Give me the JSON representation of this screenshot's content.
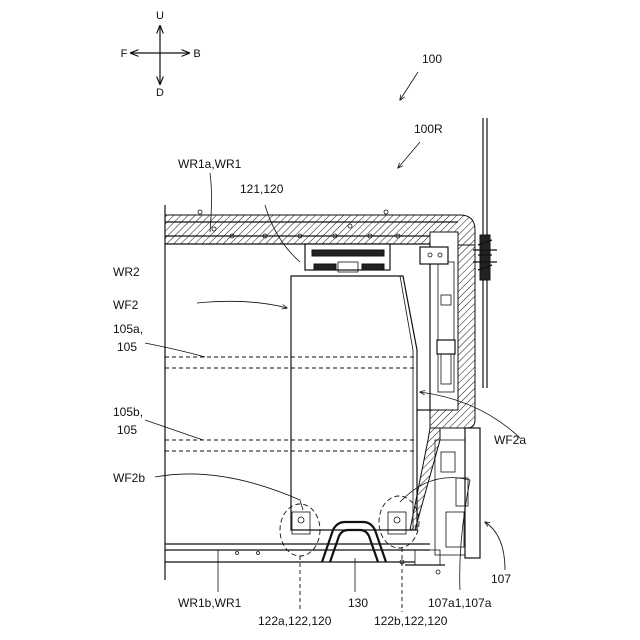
{
  "directions": {
    "up": "U",
    "down": "D",
    "front": "F",
    "back": "B"
  },
  "labels": {
    "l100": "100",
    "l100R": "100R",
    "lWR1a": "WR1a,WR1",
    "l121": "121,120",
    "lWR2": "WR2",
    "lWF2": "WF2",
    "l105a_1": "105a,",
    "l105a_2": "105",
    "l105b_1": "105b,",
    "l105b_2": "105",
    "lWF2a": "WF2a",
    "lWF2b": "WF2b",
    "l107": "107",
    "lWR1b": "WR1b,WR1",
    "l130": "130",
    "l107a": "107a1,107a",
    "l122a": "122a,122,120",
    "l122b": "122b,122,120"
  }
}
